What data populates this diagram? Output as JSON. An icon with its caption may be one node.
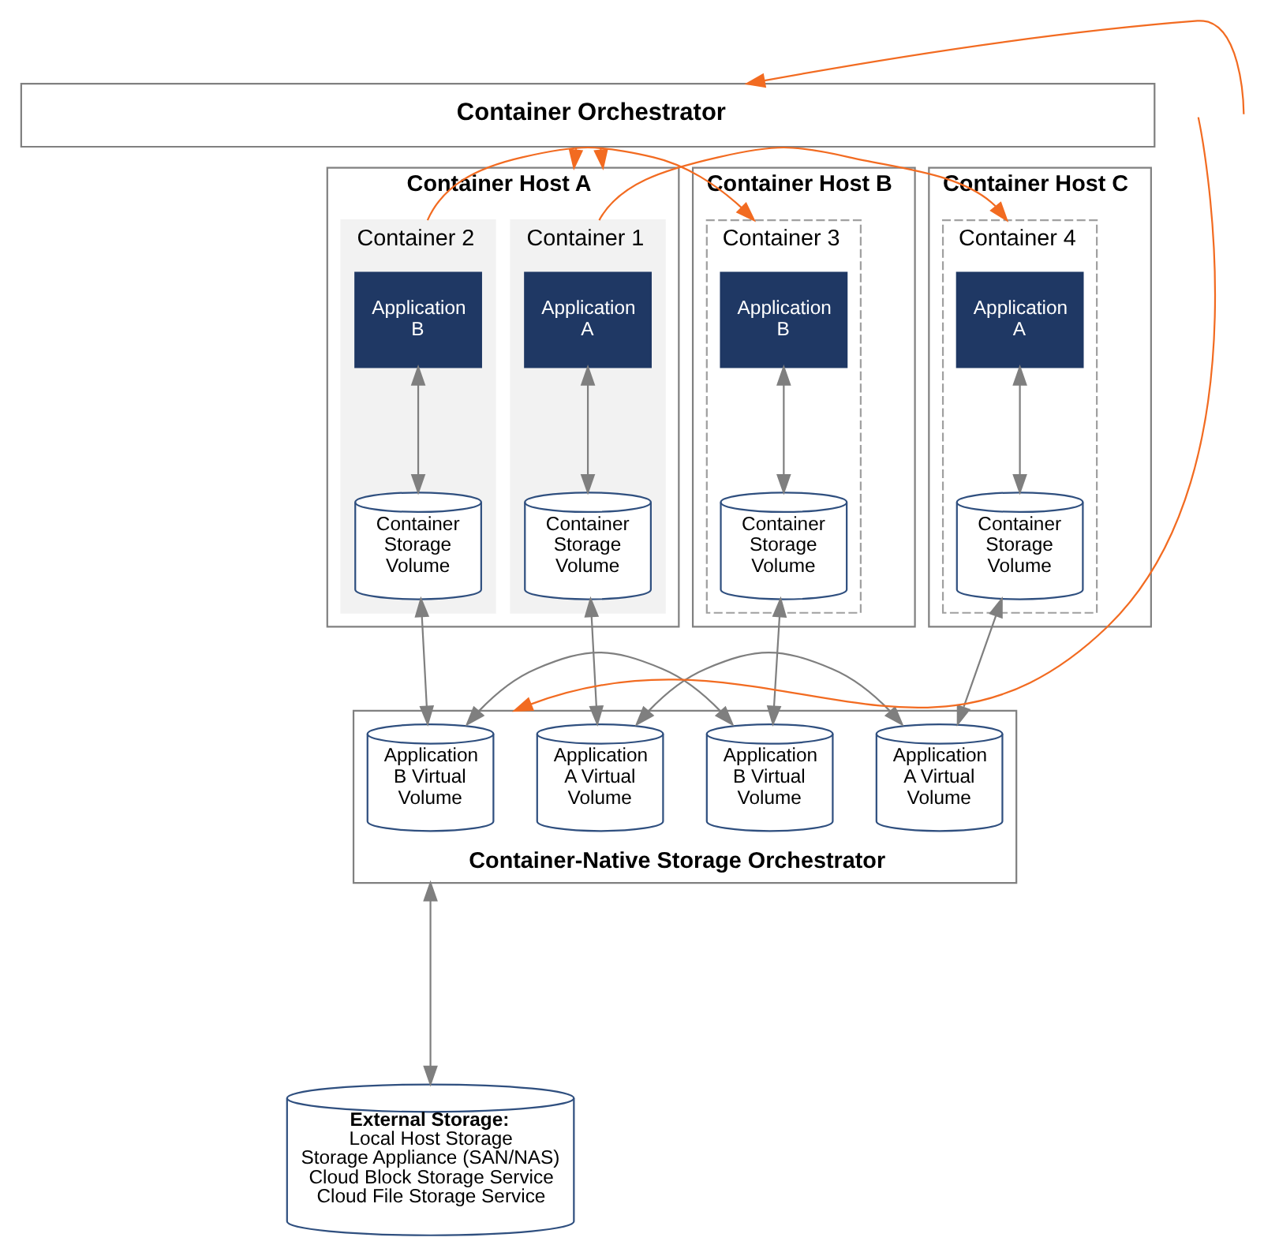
{
  "diagram": {
    "nodes": [
      {
        "text": [
          "Container Orchestrator"
        ]
      },
      {
        "text": [
          "Container Host A"
        ]
      },
      {
        "text": [
          "Container Host B"
        ]
      },
      {
        "text": [
          "Container Host C"
        ]
      },
      {
        "text": [
          "Container 1"
        ],
        "in": 1
      },
      {
        "text": [
          "Application A"
        ],
        "in": 4
      },
      {
        "text": [
          "Container Storage Volume"
        ],
        "in": 4
      },
      {
        "text": [
          "Container 2"
        ],
        "in": 1
      },
      {
        "text": [
          "Application B"
        ],
        "in": 7
      },
      {
        "text": [
          "Container Storage Volume"
        ],
        "in": 7
      },
      {
        "text": [
          "Container 3"
        ],
        "in": 2
      },
      {
        "text": [
          "Application B"
        ],
        "in": 10
      },
      {
        "text": [
          "Container Storage Volume"
        ],
        "in": 10
      },
      {
        "text": [
          "Container 4"
        ],
        "in": 3
      },
      {
        "text": [
          "Application A"
        ],
        "in": 13
      },
      {
        "text": [
          "Container Storage Volume"
        ],
        "in": 13
      },
      {
        "text": [
          "Container-Native Storage Orchestrator"
        ]
      },
      {
        "text": [
          "Application B Virtual Volume"
        ],
        "in": 16
      },
      {
        "text": [
          "Application B Virtual Volume"
        ],
        "in": 16
      },
      {
        "text": [
          "Application A Virtual Volume"
        ],
        "in": 16
      },
      {
        "text": [
          "Application A Virtual Volume"
        ],
        "in": 16
      },
      {
        "text": [
          "External Storage:",
          "Local Host Storage",
          "Storage Appliance (SAN/NAS)",
          "Cloud Block Storage Service",
          "Cloud File Storage Service"
        ]
      }
    ],
    "edges": [
      {
        "from": 5,
        "to": 6,
        "arrow": "both"
      },
      {
        "from": 8,
        "to": 9,
        "arrow": "both"
      },
      {
        "from": 11,
        "to": 12,
        "arrow": "both"
      },
      {
        "from": 14,
        "to": 15,
        "arrow": "both"
      },
      {
        "from": 6,
        "to": 19,
        "arrow": "both"
      },
      {
        "from": 9,
        "to": 17,
        "arrow": "both"
      },
      {
        "from": 12,
        "to": 18,
        "arrow": "both"
      },
      {
        "from": 15,
        "to": 20,
        "arrow": "both"
      },
      {
        "from": 17,
        "to": 18,
        "arrow": "both"
      },
      {
        "from": 19,
        "to": 20,
        "arrow": "both"
      },
      {
        "from": 16,
        "to": 21,
        "arrow": "both"
      },
      {
        "from": null,
        "to": 0,
        "arrow": "to",
        "color": "#f26b21"
      },
      {
        "from": 0,
        "to": 1,
        "arrow": "to",
        "color": "#f26b21"
      },
      {
        "from": 0,
        "to": 1,
        "arrow": "to",
        "color": "#f26b21"
      },
      {
        "from": 4,
        "to": 13,
        "arrow": "to",
        "color": "#f26b21"
      },
      {
        "from": 7,
        "to": 10,
        "arrow": "to",
        "color": "#f26b21"
      },
      {
        "from": null,
        "to": 16,
        "arrow": "to",
        "color": "#f26b21"
      }
    ]
  }
}
